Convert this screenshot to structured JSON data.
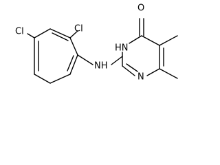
{
  "molecule": {
    "atoms": {
      "cl_top": "Cl",
      "cl_left": "Cl",
      "nh_amine": "NH",
      "nh_ring": "HN",
      "n_ring": "N",
      "o_carbonyl": "O"
    }
  },
  "colors": {
    "bond": "#000000",
    "text": "#000000",
    "background": "#ffffff"
  }
}
